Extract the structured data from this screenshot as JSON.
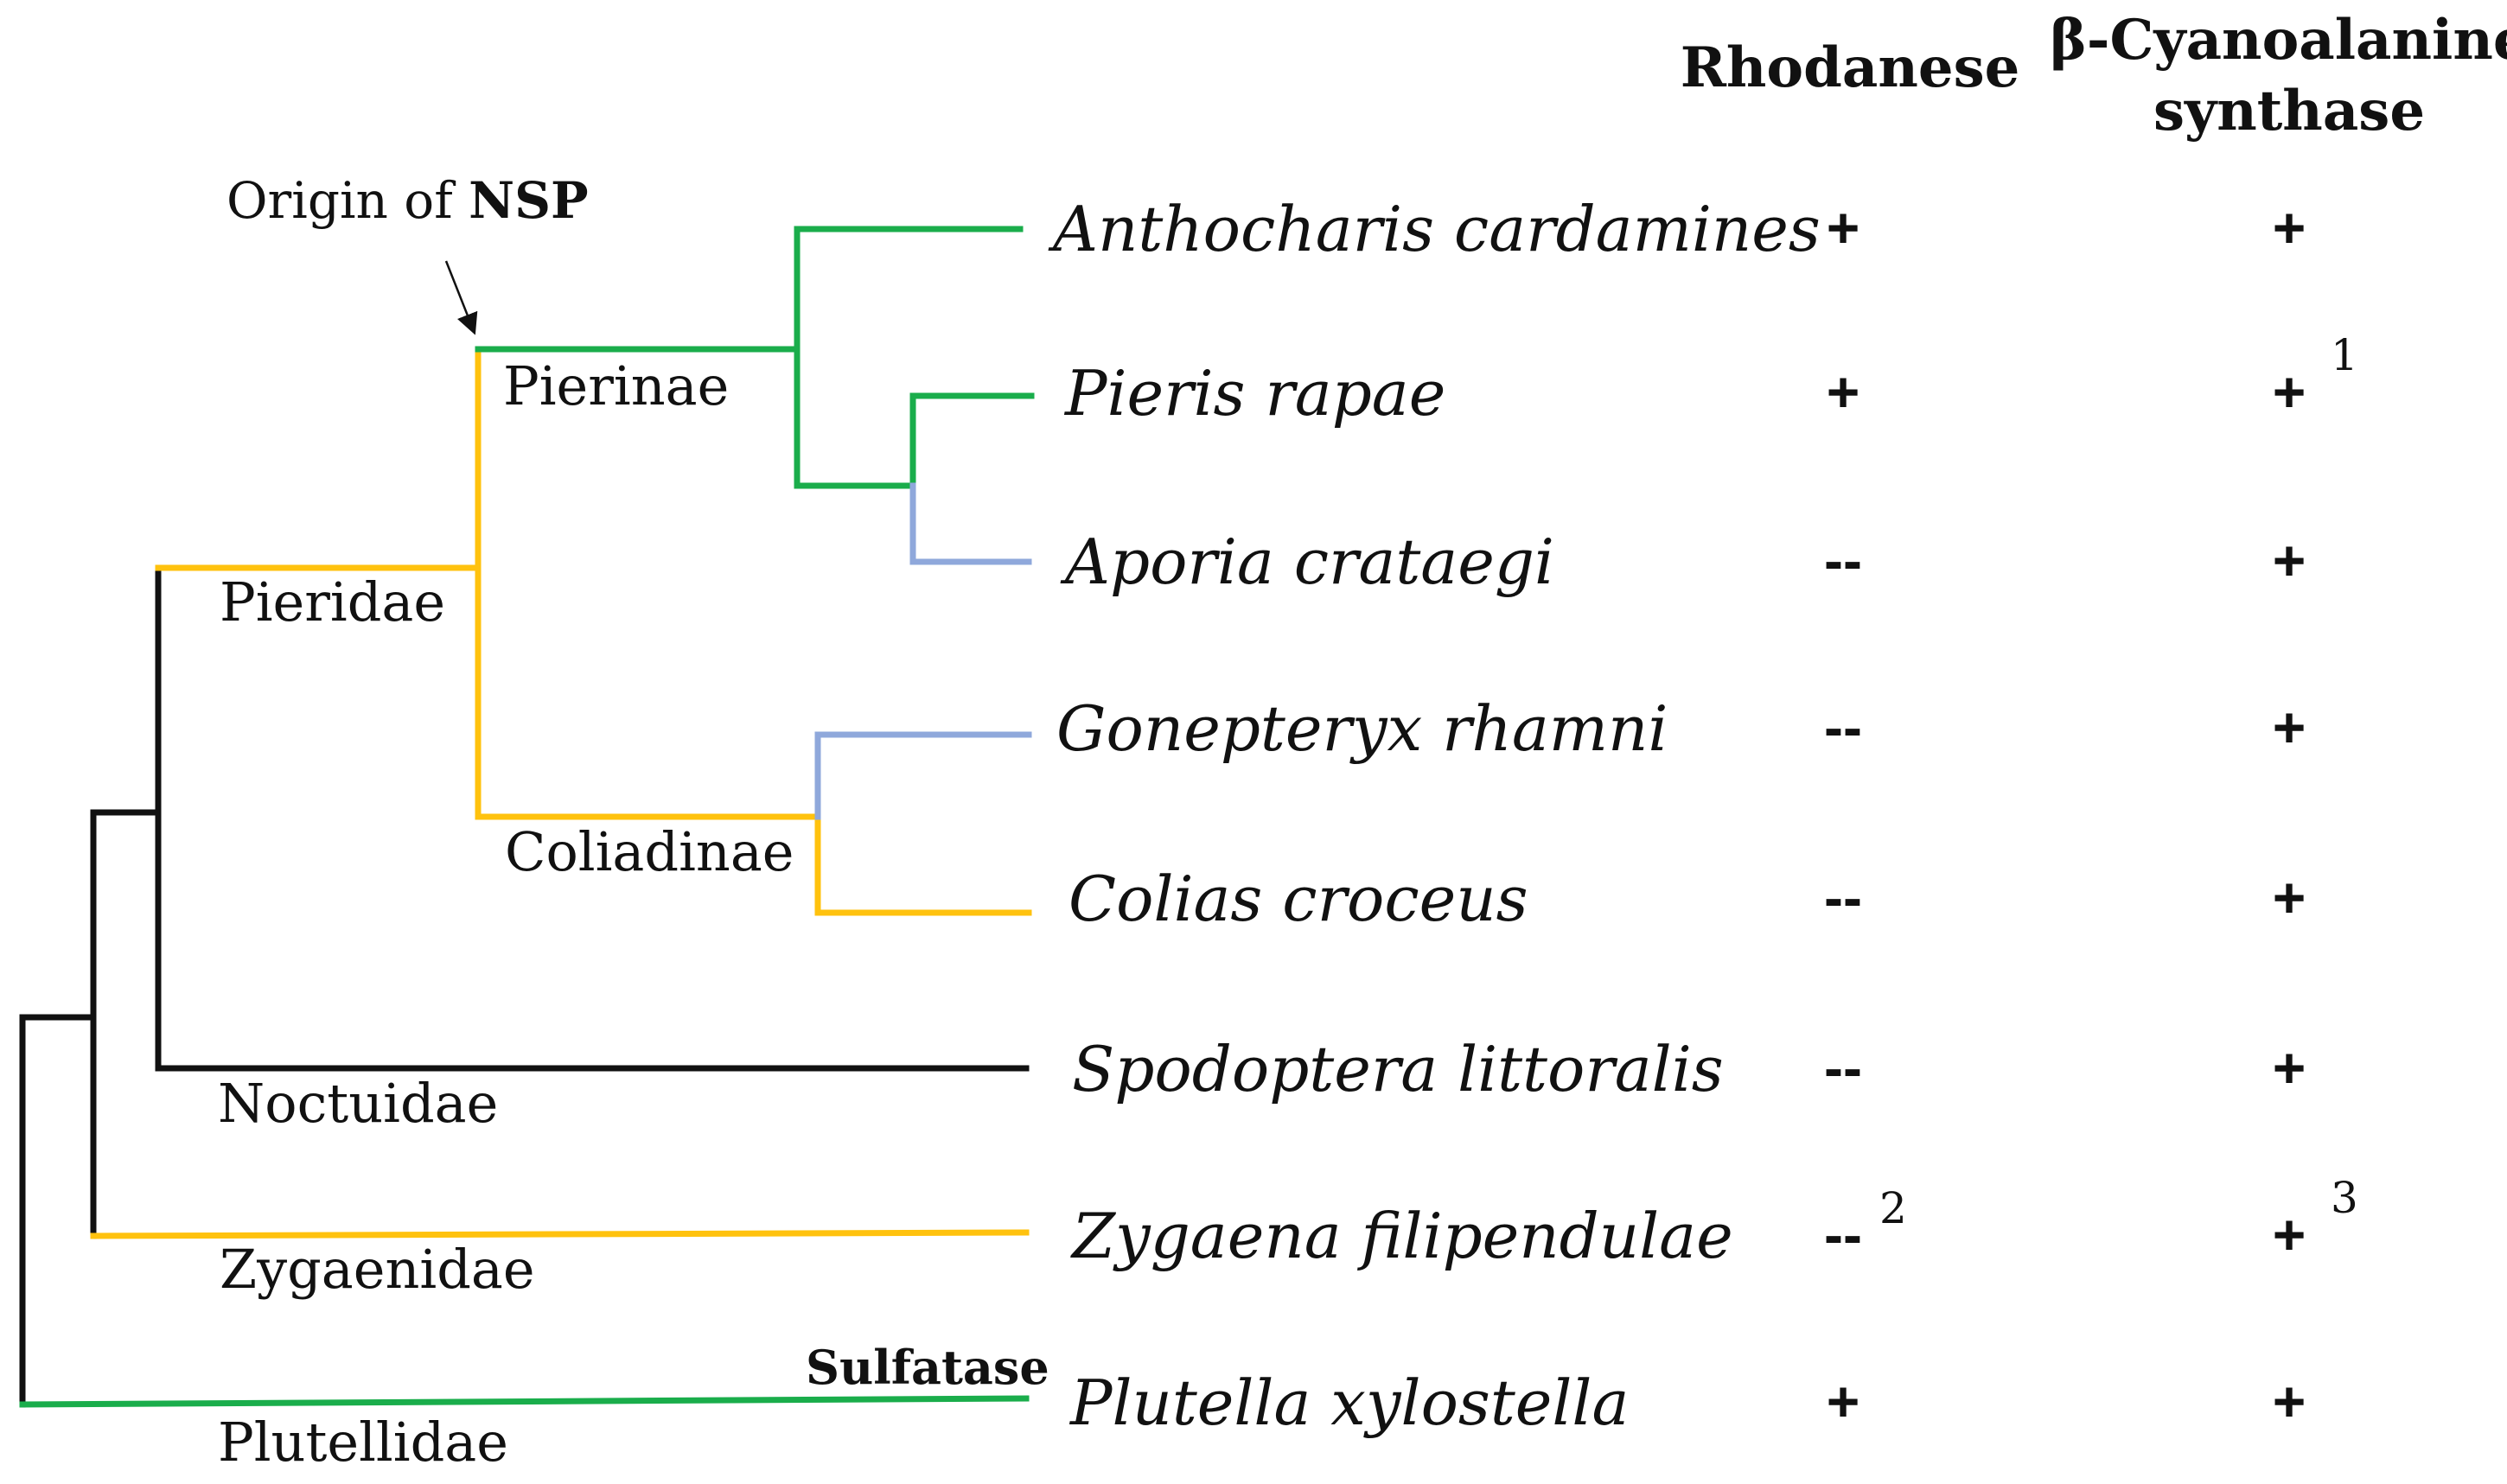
{
  "colors": {
    "black": "#111111",
    "green": "#1aad4b",
    "yellow": "#ffc20e",
    "blue": "#8fa8db"
  },
  "headers": {
    "rhodanese": "Rhodanese",
    "cyano_line1": "β-Cyanoalanine",
    "cyano_line2": "synthase"
  },
  "annotation": {
    "prefix": "Origin of ",
    "bold": "NSP"
  },
  "clades": {
    "pierinae": "Pierinae",
    "pieridae": "Pieridae",
    "coliadinae": "Coliadinae",
    "noctuidae": "Noctuidae",
    "zygaenidae": "Zygaenidae",
    "plutellidae": "Plutellidae"
  },
  "sulfatase_label": "Sulfatase",
  "species": [
    {
      "name": "Anthocharis cardamines",
      "rhodanese": "+",
      "rhod_note": "",
      "cyano": "+",
      "cyano_note": ""
    },
    {
      "name": "Pieris rapae",
      "rhodanese": "+",
      "rhod_note": "",
      "cyano": "+",
      "cyano_note": "1"
    },
    {
      "name": "Aporia crataegi",
      "rhodanese": "--",
      "rhod_note": "",
      "cyano": "+",
      "cyano_note": ""
    },
    {
      "name": "Gonepteryx rhamni",
      "rhodanese": "--",
      "rhod_note": "",
      "cyano": "+",
      "cyano_note": ""
    },
    {
      "name": "Colias croceus",
      "rhodanese": "--",
      "rhod_note": "",
      "cyano": "+",
      "cyano_note": ""
    },
    {
      "name": "Spodoptera littoralis",
      "rhodanese": "--",
      "rhod_note": "",
      "cyano": "+",
      "cyano_note": ""
    },
    {
      "name": "Zygaena filipendulae",
      "rhodanese": "--",
      "rhod_note": "2",
      "cyano": "+",
      "cyano_note": "3"
    },
    {
      "name": "Plutella xylostella",
      "rhodanese": "+",
      "rhod_note": "",
      "cyano": "+",
      "cyano_note": ""
    }
  ]
}
